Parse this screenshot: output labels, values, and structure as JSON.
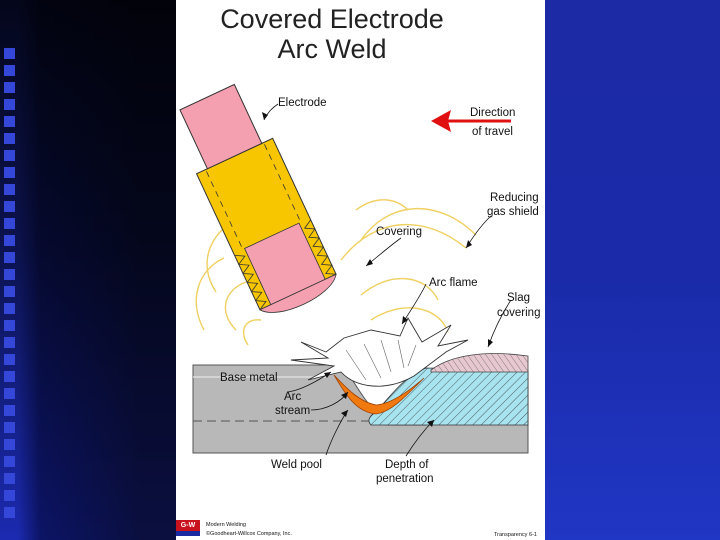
{
  "title": {
    "line1": "Covered Electrode",
    "line2": "Arc Weld"
  },
  "labels": {
    "electrode": "Electrode",
    "direction_line1": "Direction",
    "direction_line2": "of travel",
    "reducing_line1": "Reducing",
    "reducing_line2": "gas shield",
    "covering": "Covering",
    "arc_flame": "Arc flame",
    "slag_line1": "Slag",
    "slag_line2": "covering",
    "base_metal": "Base metal",
    "arc_line1": "Arc",
    "arc_line2": "stream",
    "weld_pool": "Weld pool",
    "depth_line1": "Depth of",
    "depth_line2": "penetration"
  },
  "footer": {
    "logo": "G-W",
    "book": "Modern Welding",
    "publisher": "©Goodheart-Willcox Company, Inc.",
    "transparency": "Transparency 6-1"
  },
  "colors": {
    "electrode_core": "#f4a0b0",
    "covering": "#f7c600",
    "base_metal": "#b8b8b8",
    "weld_bead": "#a8e4f0",
    "arc_stream": "#f07a10",
    "direction_arrow": "#e01010"
  }
}
